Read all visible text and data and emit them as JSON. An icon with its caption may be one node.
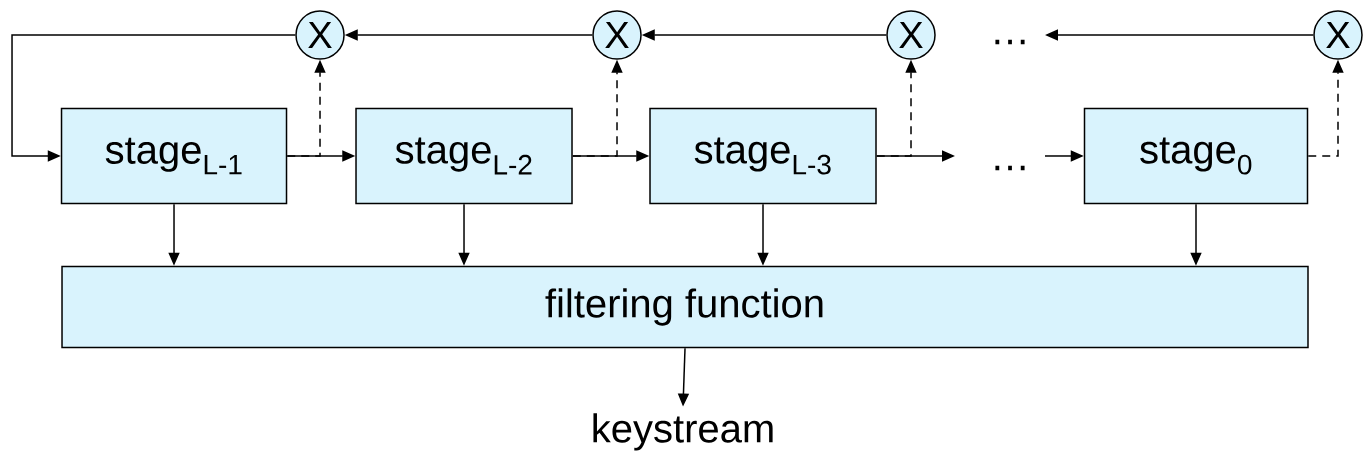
{
  "diagram": {
    "nodes": [
      {
        "text": [
          "stage$_{L-1}$"
        ]
      },
      {
        "text": [
          "stage$_{L-2}$"
        ]
      },
      {
        "text": [
          "stage$_{L-3}$"
        ]
      },
      {
        "text": [
          "stage$_{0}$"
        ]
      },
      {
        "text": [
          "X"
        ]
      },
      {
        "text": [
          "X"
        ]
      },
      {
        "text": [
          "X"
        ]
      },
      {
        "text": [
          "X"
        ]
      },
      {
        "text": [
          "filtering function"
        ]
      },
      {
        "text": [
          "keystream"
        ]
      }
    ],
    "edges": [
      {
        "from": 7,
        "to": null,
        "arrow": "to"
      },
      {
        "from": 6,
        "to": 5,
        "arrow": "to"
      },
      {
        "from": 5,
        "to": 4,
        "arrow": "to"
      },
      {
        "from": 4,
        "to": 0,
        "arrow": "to"
      },
      {
        "from": 0,
        "to": 1,
        "arrow": "to"
      },
      {
        "from": 1,
        "to": 2,
        "arrow": "to"
      },
      {
        "from": 2,
        "to": null,
        "arrow": "to"
      },
      {
        "from": null,
        "to": 3,
        "arrow": "to"
      },
      {
        "from": 0,
        "to": 4,
        "arrow": "to",
        "style": "dashed"
      },
      {
        "from": 1,
        "to": 5,
        "arrow": "to",
        "style": "dashed"
      },
      {
        "from": 2,
        "to": 6,
        "arrow": "to",
        "style": "dashed"
      },
      {
        "from": 3,
        "to": 7,
        "arrow": "to",
        "style": "dashed"
      },
      {
        "from": 0,
        "to": 8,
        "arrow": "to"
      },
      {
        "from": 1,
        "to": 8,
        "arrow": "to"
      },
      {
        "from": 2,
        "to": 8,
        "arrow": "to"
      },
      {
        "from": 3,
        "to": 8,
        "arrow": "to"
      },
      {
        "from": 8,
        "to": 9,
        "arrow": "to"
      }
    ],
    "labels": [
      "…",
      "…"
    ]
  }
}
